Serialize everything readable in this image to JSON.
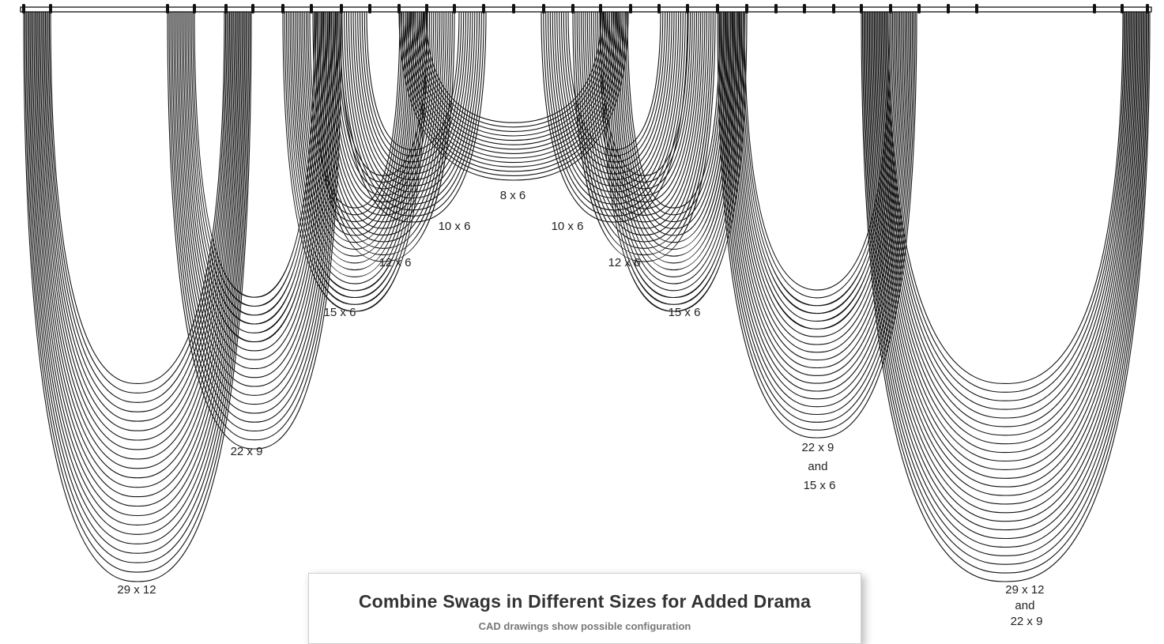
{
  "caption": {
    "title": "Combine Swags in Different Sizes for Added Drama",
    "subtitle": "CAD drawings show possible configuration"
  },
  "swags": [
    {
      "label": "29 x 12"
    },
    {
      "label": "22 x 9"
    },
    {
      "label": "15 x 6"
    },
    {
      "label": "12 x 6"
    },
    {
      "label": "10 x 6"
    },
    {
      "label": "8 x 6"
    },
    {
      "label": "10 x 6"
    },
    {
      "label": "12 x 6"
    },
    {
      "label": "15 x 6"
    },
    {
      "label": "22 x 9 and 15 x 6",
      "lines": [
        "22 x 9",
        "and",
        "15 x 6"
      ]
    },
    {
      "label": "29 x 12 and 22 x 9",
      "lines": [
        "29 x 12",
        "and",
        "22 x 9"
      ]
    }
  ]
}
